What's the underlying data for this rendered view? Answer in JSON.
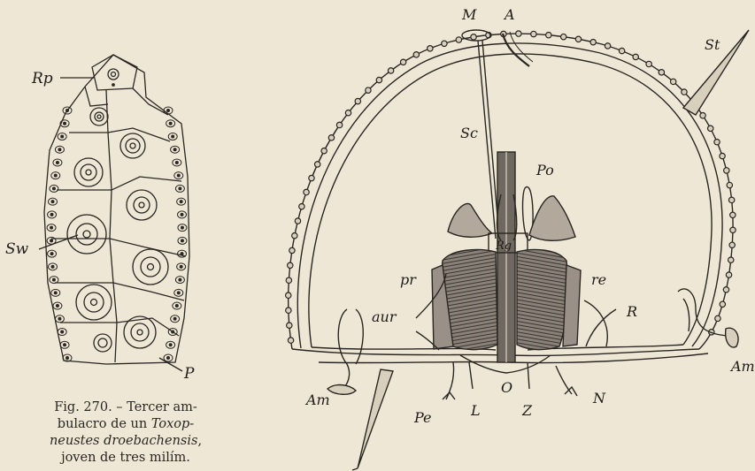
{
  "left_figure": {
    "labels": {
      "rp": "Rp",
      "sw": "Sw",
      "p": "P"
    }
  },
  "right_figure": {
    "labels": {
      "m": "M",
      "a": "A",
      "st": "St",
      "sc": "Sc",
      "po": "Po",
      "rg": "Rg",
      "pr": "pr",
      "re": "re",
      "aur": "aur",
      "r": "R",
      "am_left": "Am",
      "am_right": "Am",
      "pe": "Pe",
      "l": "L",
      "o": "O",
      "z": "Z",
      "n": "N"
    }
  },
  "caption": {
    "prefix": "Fig. 270. – Tercer am-",
    "line2a": "bulacro de un ",
    "line2b": "Toxop-",
    "line3": "neustes droebachensis",
    "line3b": ",",
    "line4": "joven de tres milím."
  }
}
